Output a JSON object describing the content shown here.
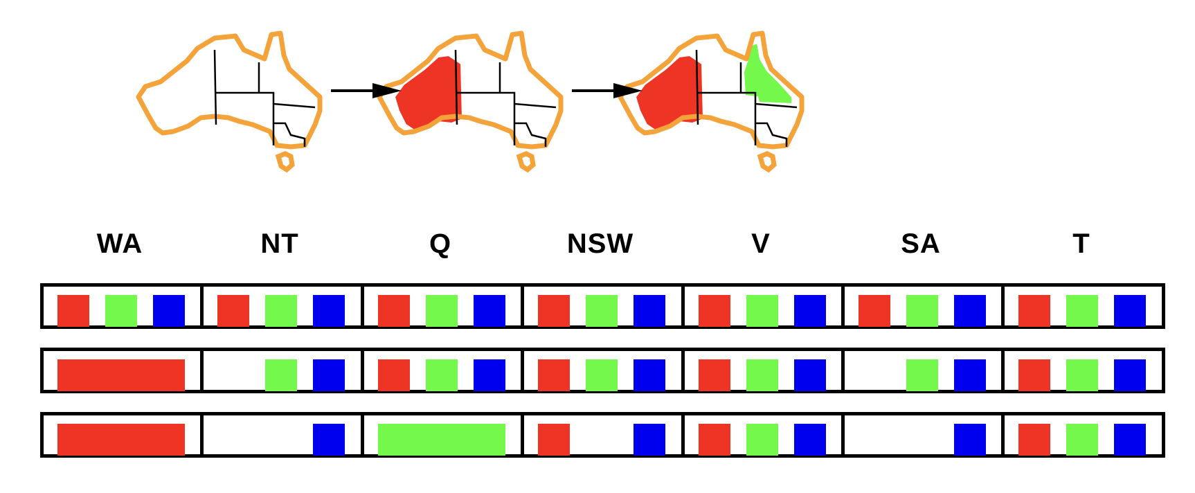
{
  "colors": {
    "red": "#ee3424",
    "green": "#74f84b",
    "blue": "#0000ee",
    "map_outline": "#f3a33a",
    "border": "#000000"
  },
  "map_sequence": [
    {
      "colored_regions": []
    },
    {
      "colored_regions": [
        {
          "region": "WA",
          "color": "red"
        }
      ]
    },
    {
      "colored_regions": [
        {
          "region": "WA",
          "color": "red"
        },
        {
          "region": "Q",
          "color": "green"
        }
      ]
    }
  ],
  "regions": [
    {
      "label": "WA"
    },
    {
      "label": "NT"
    },
    {
      "label": "Q"
    },
    {
      "label": "NSW"
    },
    {
      "label": "V"
    },
    {
      "label": "SA"
    },
    {
      "label": "T"
    }
  ],
  "domain_rows": [
    [
      [
        "red",
        "green",
        "blue"
      ],
      [
        "red",
        "green",
        "blue"
      ],
      [
        "red",
        "green",
        "blue"
      ],
      [
        "red",
        "green",
        "blue"
      ],
      [
        "red",
        "green",
        "blue"
      ],
      [
        "red",
        "green",
        "blue"
      ],
      [
        "red",
        "green",
        "blue"
      ]
    ],
    [
      [
        "red"
      ],
      [
        "green",
        "blue"
      ],
      [
        "red",
        "green",
        "blue"
      ],
      [
        "red",
        "green",
        "blue"
      ],
      [
        "red",
        "green",
        "blue"
      ],
      [
        "green",
        "blue"
      ],
      [
        "red",
        "green",
        "blue"
      ]
    ],
    [
      [
        "red"
      ],
      [
        "blue"
      ],
      [
        "green"
      ],
      [
        "red",
        "blue"
      ],
      [
        "red",
        "green",
        "blue"
      ],
      [
        "blue"
      ],
      [
        "red",
        "green",
        "blue"
      ]
    ]
  ]
}
